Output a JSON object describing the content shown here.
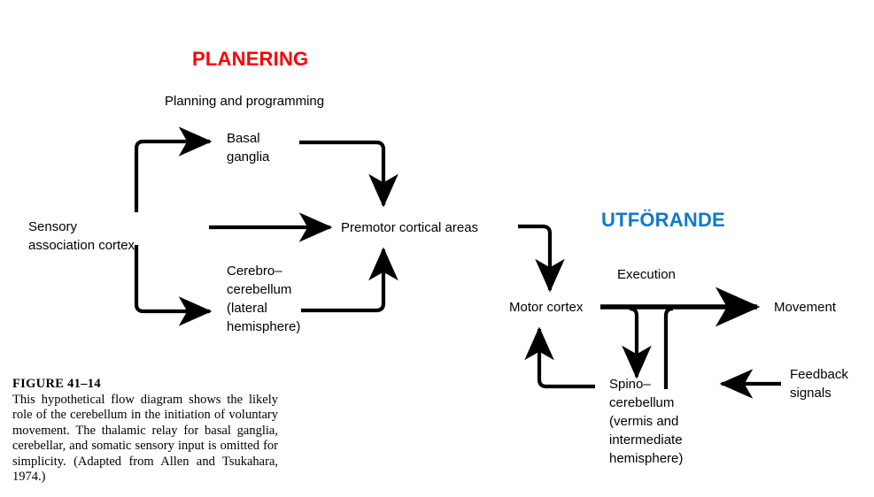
{
  "figure": {
    "type": "flow-diagram",
    "headings": {
      "planning": {
        "text": "PLANERING",
        "color": "#fb0006"
      },
      "execution": {
        "text": "UTFÖRANDE",
        "color": "#1179c9"
      }
    },
    "stage_labels": {
      "planning": "Planning and programming",
      "execution": "Execution"
    },
    "nodes": [
      {
        "id": "sensory",
        "label": "Sensory\nassociation cortex"
      },
      {
        "id": "basal",
        "label": "Basal\nganglia"
      },
      {
        "id": "cerebro",
        "label": "Cerebro–\ncerebellum\n(lateral\nhemisphere)"
      },
      {
        "id": "premotor",
        "label": "Premotor cortical areas"
      },
      {
        "id": "motor",
        "label": "Motor cortex"
      },
      {
        "id": "spino",
        "label": "Spino–\ncerebellum\n(vermis and\nintermediate\nhemisphere)"
      },
      {
        "id": "movement",
        "label": "Movement"
      },
      {
        "id": "feedback",
        "label": "Feedback\nsignals"
      }
    ],
    "edges": [
      {
        "from": "sensory",
        "to": "basal"
      },
      {
        "from": "sensory",
        "to": "premotor"
      },
      {
        "from": "sensory",
        "to": "cerebro"
      },
      {
        "from": "basal",
        "to": "premotor"
      },
      {
        "from": "cerebro",
        "to": "premotor"
      },
      {
        "from": "premotor",
        "to": "motor"
      },
      {
        "from": "motor",
        "to": "movement"
      },
      {
        "from": "motor",
        "to": "spino"
      },
      {
        "from": "spino",
        "to": "movement-path"
      },
      {
        "from": "spino",
        "to": "motor"
      },
      {
        "from": "feedback",
        "to": "spino"
      }
    ]
  },
  "caption": {
    "title": "FIGURE  41–14",
    "body": "This hypothetical flow diagram shows the likely role of the cerebellum in the initiation of voluntary movement. The thalamic relay for basal ganglia, cerebellar, and somatic sensory input is omitted for simplicity. (Adapted from Allen and Tsukahara, 1974.)"
  }
}
